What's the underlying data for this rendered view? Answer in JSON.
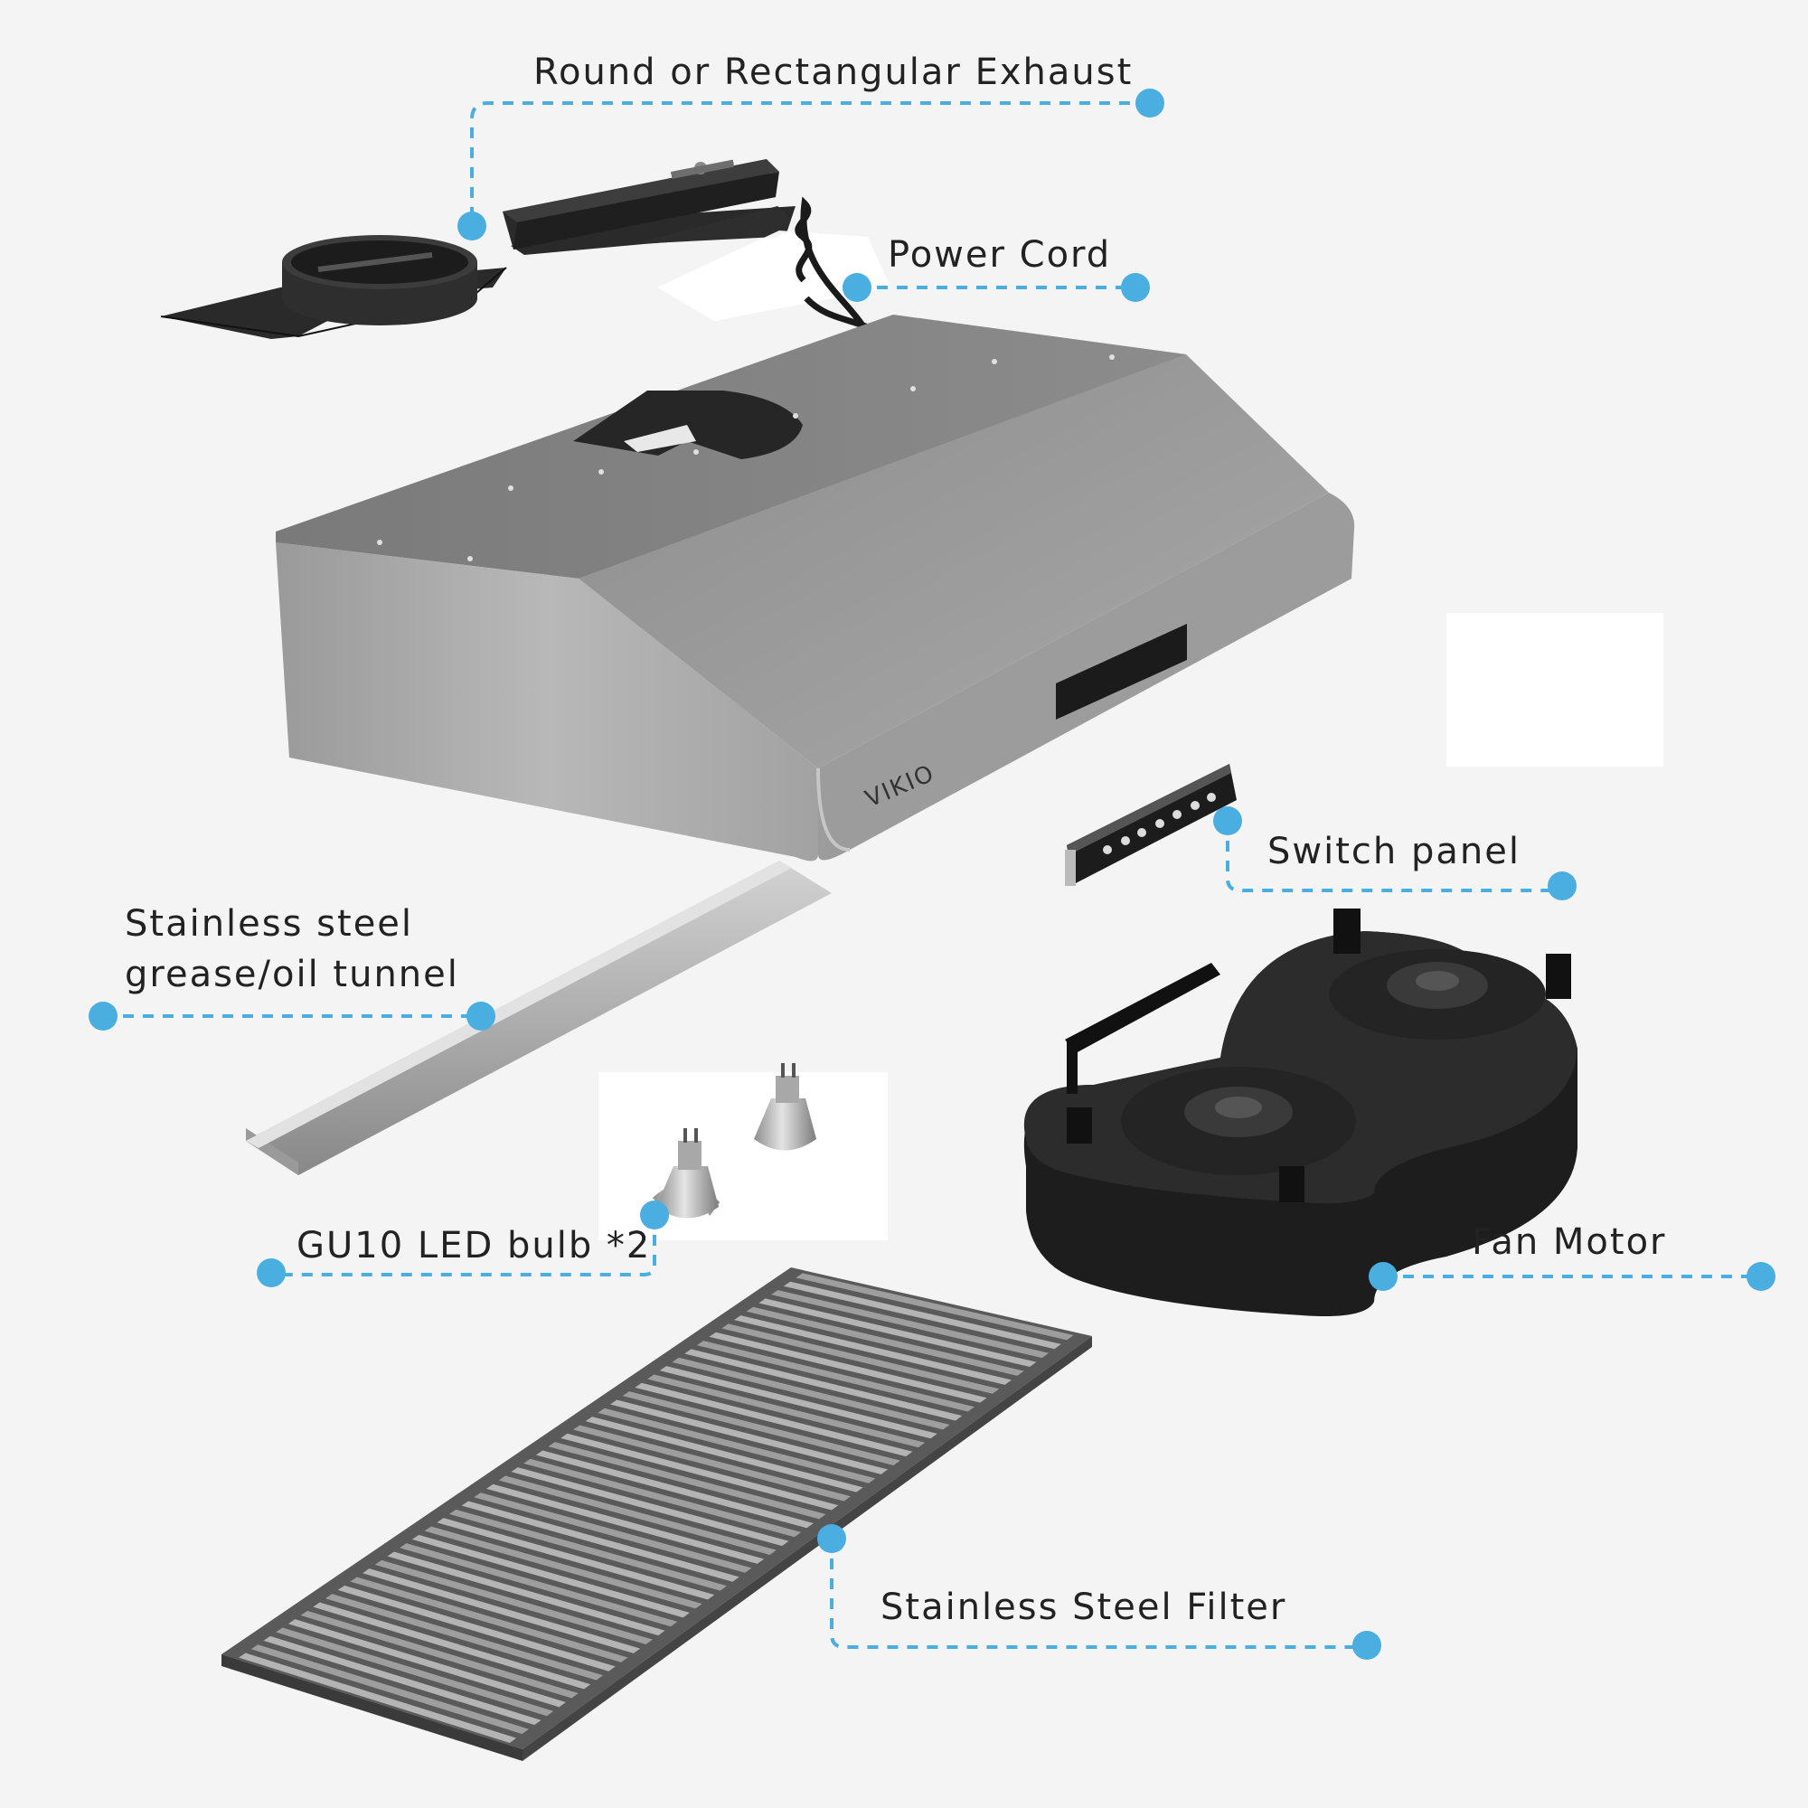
{
  "brand": "VIKIO",
  "accent_color": "#4aaee0",
  "labels": {
    "exhaust": "Round or Rectangular Exhaust",
    "power_cord": "Power Cord",
    "switch_panel": "Switch panel",
    "tunnel_line1": "Stainless steel",
    "tunnel_line2": "grease/oil tunnel",
    "bulb": "GU10 LED bulb *2",
    "fan_motor": "Fan Motor",
    "filter": "Stainless Steel Filter"
  }
}
